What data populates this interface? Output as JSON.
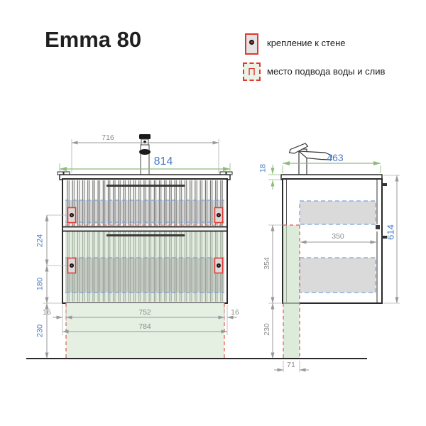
{
  "title": "Emma 80",
  "legend": {
    "items": [
      {
        "icon": "wall-mount-icon",
        "symbol": "",
        "label": "крепление к стене"
      },
      {
        "icon": "water-supply-icon",
        "symbol": "П",
        "label": "место подвода воды и слив"
      }
    ]
  },
  "front_view": {
    "dims": {
      "mount_span": "716",
      "total_width": "814",
      "mount_gap": "224",
      "mount_to_bottom": "180",
      "bottom_to_floor": "230",
      "side_offset_left": "16",
      "inner_width": "752",
      "side_offset_right": "16",
      "outer_width": "784"
    }
  },
  "side_view": {
    "dims": {
      "countertop_depth": "463",
      "countertop_thickness": "18",
      "cabinet_height": "614",
      "inner_depth": "350",
      "zone_height": "354",
      "bottom_to_floor": "230",
      "wall_gap": "71"
    }
  },
  "colors": {
    "accent_red": "#e2372e",
    "dim_blue": "#4a7cc7",
    "dim_green": "#8fba7d",
    "dim_gray": "#999999",
    "dash_blue": "#7da3d8",
    "zone_green": "#e5efe2",
    "band_gray": "#d6d6d6"
  }
}
